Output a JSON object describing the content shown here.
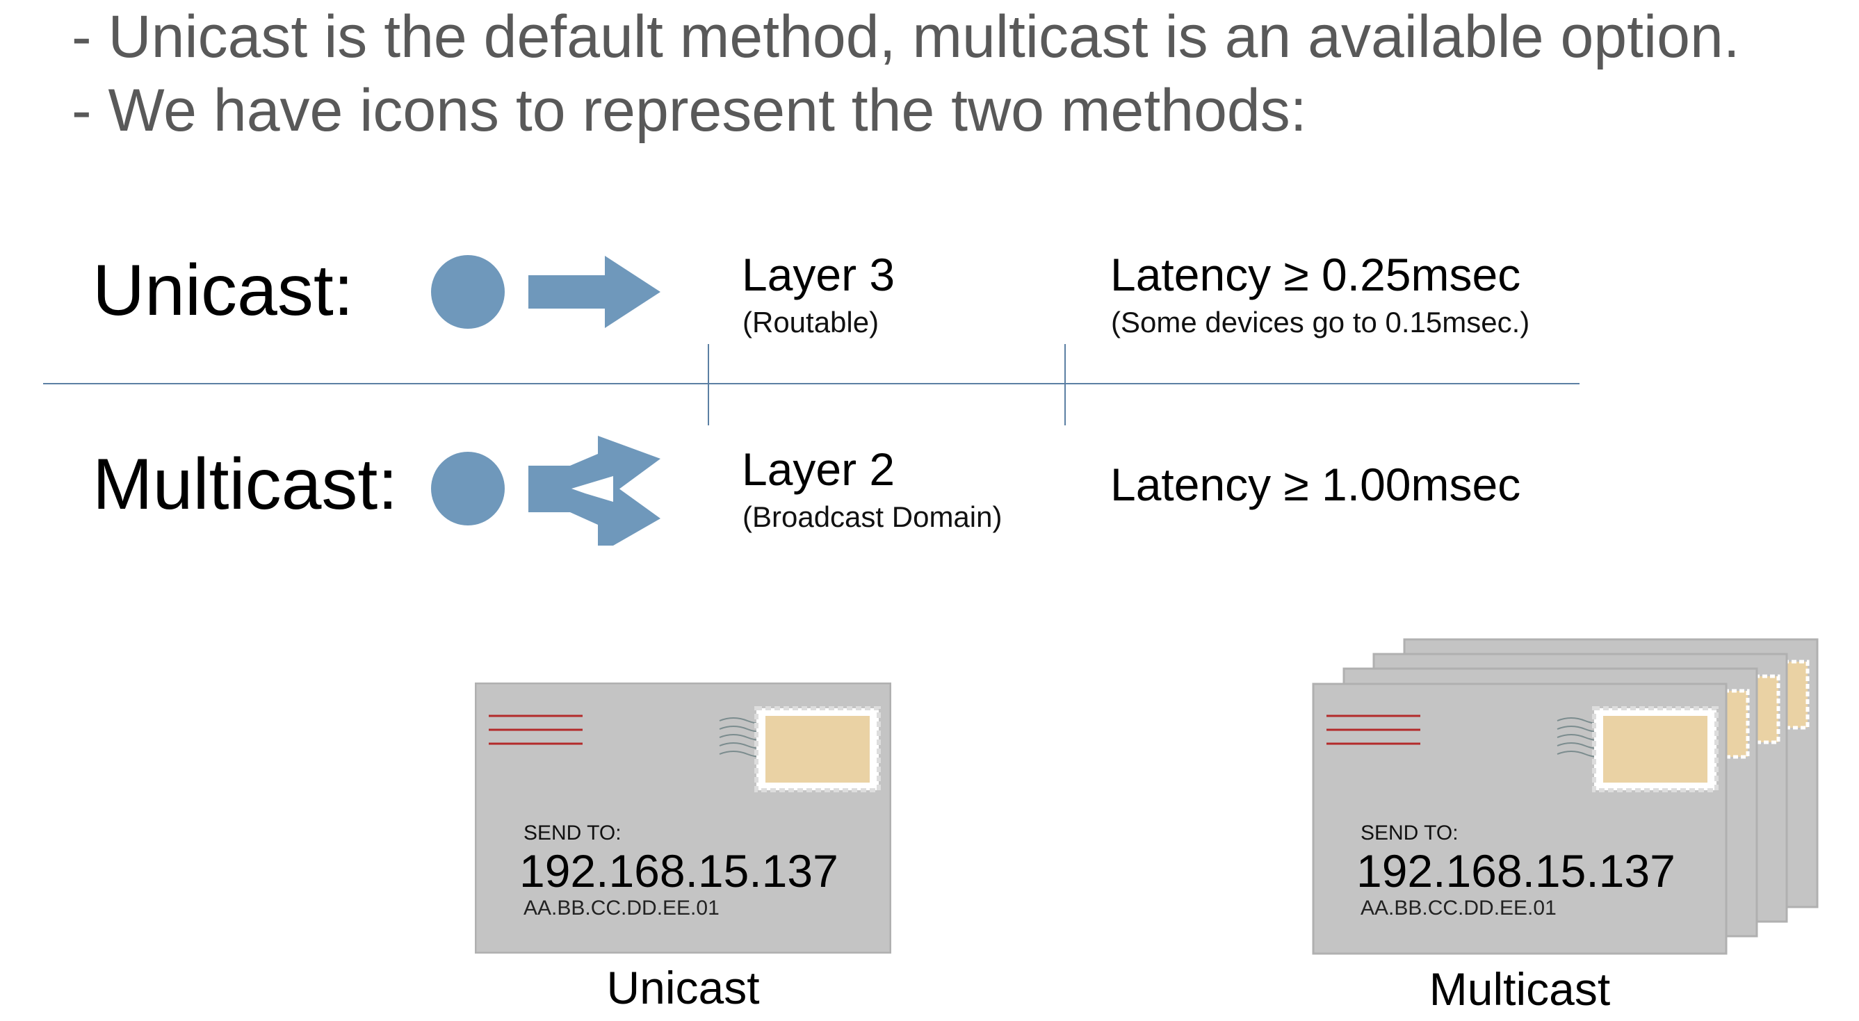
{
  "bullets": [
    "- Unicast is the default method, multicast is an available option.",
    "- We have icons to represent the two methods:"
  ],
  "rows": {
    "unicast": {
      "label": "Unicast:",
      "layer": "Layer 3",
      "layer_note": "(Routable)",
      "latency": "Latency ≥ 0.25msec",
      "latency_note": "(Some devices go to 0.15msec.)"
    },
    "multicast": {
      "label": "Multicast:",
      "layer": "Layer 2",
      "layer_note": "(Broadcast Domain)",
      "latency": "Latency ≥ 1.00msec"
    }
  },
  "envelopes": {
    "send_to_label": "SEND TO:",
    "ip": "192.168.15.137",
    "mac": "AA.BB.CC.DD.EE.01",
    "unicast_caption": "Unicast",
    "multicast_caption": "Multicast"
  },
  "colors": {
    "icon_blue": "#6f98bb",
    "divider": "#5b7fa3",
    "envelope": "#c4c4c4",
    "stamp": "#ead2a4",
    "red_lines": "#b32a2a"
  },
  "icons": {
    "unicast_icon": "dot-arrow-right-icon",
    "multicast_icon": "dot-split-arrow-icon",
    "envelope": "envelope-icon"
  }
}
